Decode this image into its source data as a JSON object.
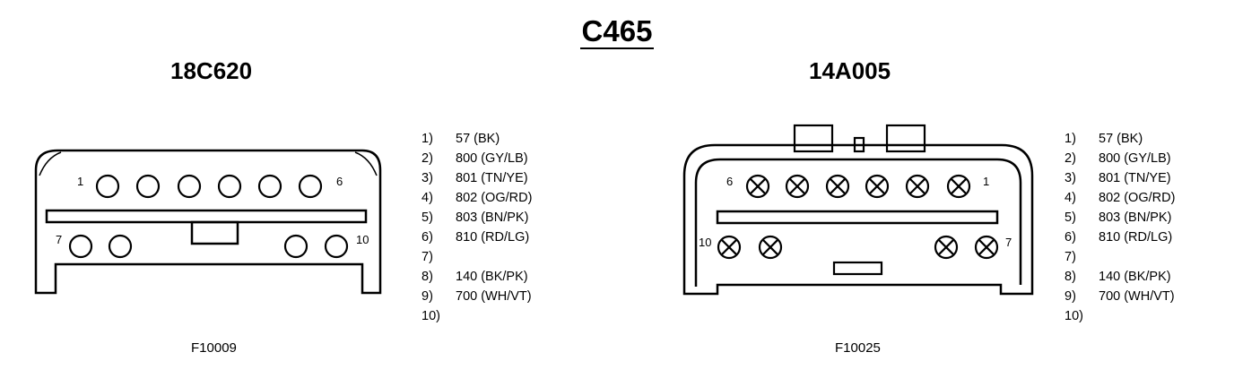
{
  "diagram": {
    "title": "C465",
    "connectors": [
      {
        "id": "18C620",
        "figure": "F10009",
        "corner_labels": [
          "1",
          "6",
          "7",
          "10"
        ],
        "pins": [
          {
            "num": "1)",
            "wire": "57 (BK)"
          },
          {
            "num": "2)",
            "wire": "800 (GY/LB)"
          },
          {
            "num": "3)",
            "wire": "801 (TN/YE)"
          },
          {
            "num": "4)",
            "wire": "802 (OG/RD)"
          },
          {
            "num": "5)",
            "wire": "803 (BN/PK)"
          },
          {
            "num": "6)",
            "wire": "810 (RD/LG)"
          },
          {
            "num": "7)",
            "wire": ""
          },
          {
            "num": "8)",
            "wire": "140 (BK/PK)"
          },
          {
            "num": "9)",
            "wire": "700 (WH/VT)"
          },
          {
            "num": "10)",
            "wire": ""
          }
        ]
      },
      {
        "id": "14A005",
        "figure": "F10025",
        "corner_labels": [
          "6",
          "1",
          "10",
          "7"
        ],
        "pins": [
          {
            "num": "1)",
            "wire": "57 (BK)"
          },
          {
            "num": "2)",
            "wire": "800 (GY/LB)"
          },
          {
            "num": "3)",
            "wire": "801 (TN/YE)"
          },
          {
            "num": "4)",
            "wire": "802 (OG/RD)"
          },
          {
            "num": "5)",
            "wire": "803 (BN/PK)"
          },
          {
            "num": "6)",
            "wire": "810 (RD/LG)"
          },
          {
            "num": "7)",
            "wire": ""
          },
          {
            "num": "8)",
            "wire": "140 (BK/PK)"
          },
          {
            "num": "9)",
            "wire": "700 (WH/VT)"
          },
          {
            "num": "10)",
            "wire": ""
          }
        ]
      }
    ]
  }
}
